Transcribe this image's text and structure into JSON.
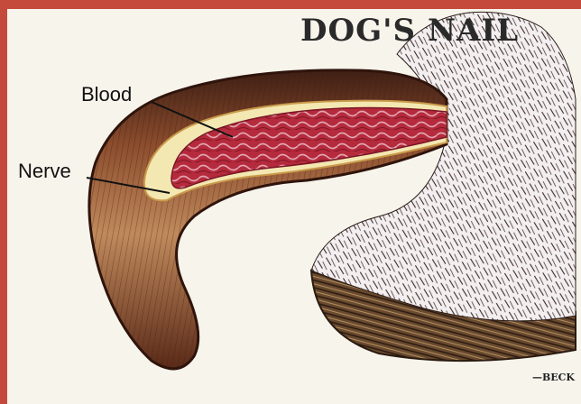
{
  "diagram": {
    "title": "DOG'S NAIL",
    "labels": {
      "blood": "Blood",
      "nerve": "Nerve"
    },
    "credit": "—BECK"
  },
  "colors": {
    "frame": "#c64a3c",
    "paper": "#f7f4ec",
    "nail_dark": "#4a2315",
    "nail_mid": "#8a4a2c",
    "nail_light": "#c99a6a",
    "blood": "#b4253b",
    "blood_light": "#e4a9b4",
    "nerve": "#f3e7b2",
    "fur": "#2b1d18"
  }
}
